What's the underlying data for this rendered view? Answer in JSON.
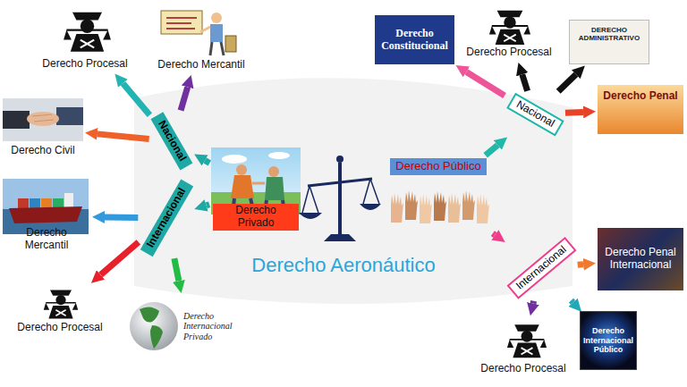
{
  "diagram": {
    "title": "Derecho Aeronáutico",
    "nodes": [
      {
        "text": [
          "Derecho Privado"
        ]
      },
      {
        "text": [
          "Derecho Público"
        ]
      },
      {
        "text": [
          "Nacional"
        ]
      },
      {
        "text": [
          "Internacional"
        ]
      },
      {
        "text": [
          "Derecho Procesal"
        ]
      },
      {
        "text": [
          "Derecho Mercantil"
        ]
      },
      {
        "text": [
          "Derecho Civil"
        ]
      },
      {
        "text": [
          "Derecho Mercantil"
        ]
      },
      {
        "text": [
          "Derecho Procesal"
        ]
      },
      {
        "text": [
          "Derecho Internacional Privado"
        ]
      },
      {
        "text": [
          "Nacional"
        ]
      },
      {
        "text": [
          "Internacional"
        ]
      },
      {
        "text": [
          "Derecho Constitucional"
        ]
      },
      {
        "text": [
          "Derecho Procesal"
        ]
      },
      {
        "text": [
          "DERECHO ADMINISTRATIVO"
        ]
      },
      {
        "text": [
          "Derecho Penal"
        ]
      },
      {
        "text": [
          "Derecho Penal Internacional"
        ]
      },
      {
        "text": [
          "Derecho Procesal"
        ]
      },
      {
        "text": [
          "Derecho Internacional Público"
        ]
      }
    ],
    "edges": [
      {
        "from": 0,
        "to": 2,
        "arrow": "to"
      },
      {
        "from": 0,
        "to": 3,
        "arrow": "to"
      },
      {
        "from": 2,
        "to": 4,
        "arrow": "to"
      },
      {
        "from": 2,
        "to": 5,
        "arrow": "to"
      },
      {
        "from": 2,
        "to": 6,
        "arrow": "to"
      },
      {
        "from": 3,
        "to": 7,
        "arrow": "to"
      },
      {
        "from": 3,
        "to": 8,
        "arrow": "to"
      },
      {
        "from": 3,
        "to": 9,
        "arrow": "to"
      },
      {
        "from": 1,
        "to": 10,
        "arrow": "to"
      },
      {
        "from": 1,
        "to": 11,
        "arrow": "to"
      },
      {
        "from": 10,
        "to": 12,
        "arrow": "to"
      },
      {
        "from": 10,
        "to": 13,
        "arrow": "to"
      },
      {
        "from": 10,
        "to": 14,
        "arrow": "to"
      },
      {
        "from": 10,
        "to": 15,
        "arrow": "to"
      },
      {
        "from": 11,
        "to": 16,
        "arrow": "to"
      },
      {
        "from": 11,
        "to": 17,
        "arrow": "to"
      },
      {
        "from": 11,
        "to": 18,
        "arrow": "to"
      }
    ]
  }
}
